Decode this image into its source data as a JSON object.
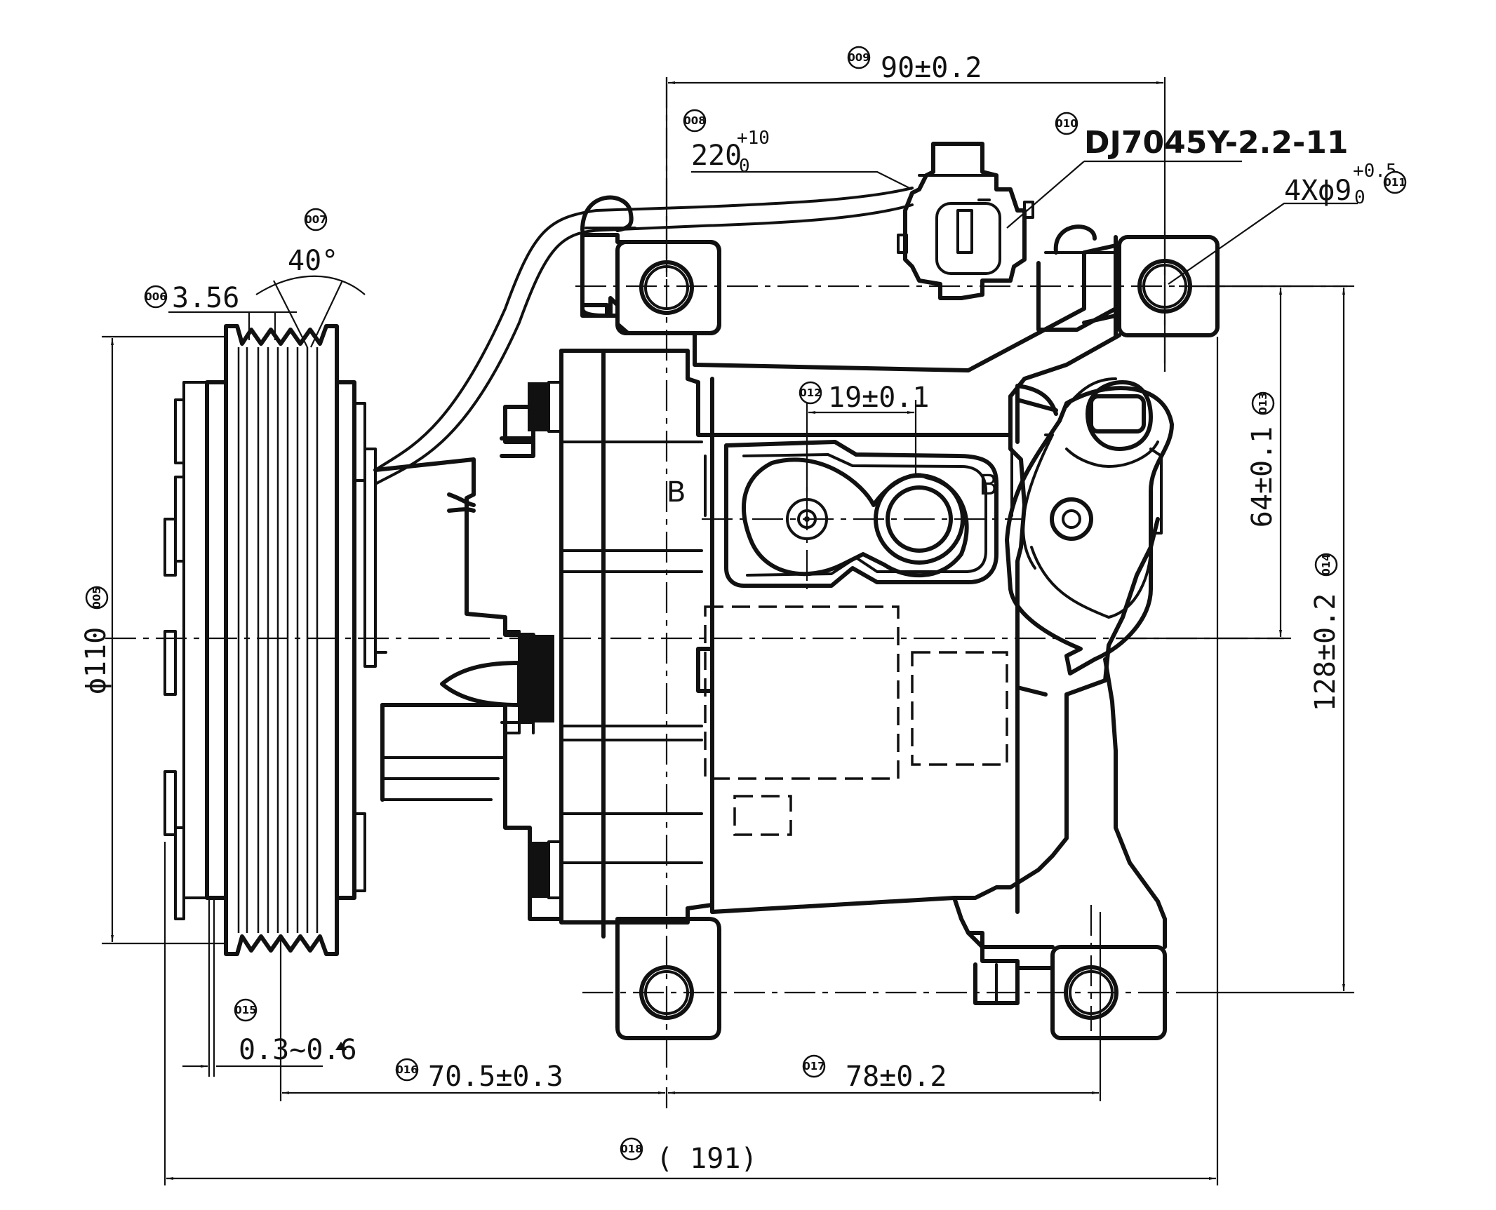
{
  "part_label": "DJ7045Y-2.2-11",
  "section_mark": "B",
  "dimensions": {
    "d005": {
      "id": "005",
      "value": "ϕ110"
    },
    "d006": {
      "id": "006",
      "value": "3.56"
    },
    "d007": {
      "id": "007",
      "value": "40°"
    },
    "d008": {
      "id": "008",
      "value": "220",
      "tol_upper": "+10",
      "tol_lower": "0"
    },
    "d009": {
      "id": "009",
      "value": "90±0.2"
    },
    "d010": {
      "id": "010"
    },
    "d011": {
      "id": "011",
      "value": "4Xϕ9",
      "tol_upper": "+0.5",
      "tol_lower": "0"
    },
    "d012": {
      "id": "012",
      "value": "19±0.1"
    },
    "d013": {
      "id": "013",
      "value": "64±0.1"
    },
    "d014": {
      "id": "014",
      "value": "128±0.2"
    },
    "d015": {
      "id": "015",
      "value": "0.3~0.6"
    },
    "d016": {
      "id": "016",
      "value": "70.5±0.3"
    },
    "d017": {
      "id": "017",
      "value": "78±0.2"
    },
    "d018": {
      "id": "018",
      "value": "( 191)"
    }
  }
}
